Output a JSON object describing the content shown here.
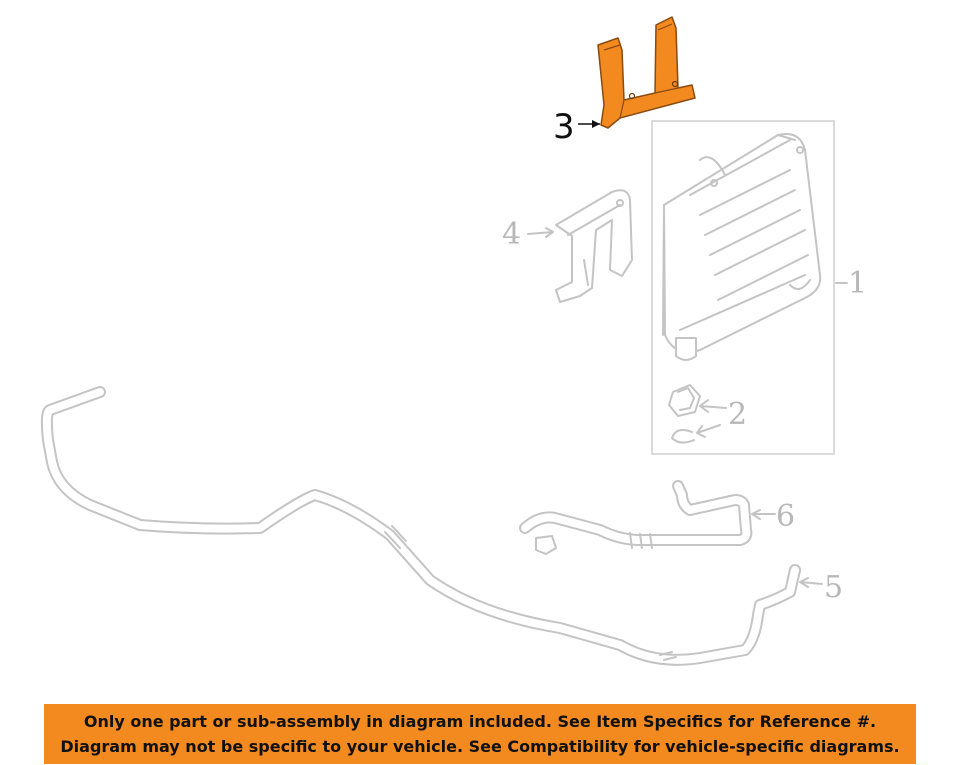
{
  "diagram": {
    "callouts": {
      "c1": "1",
      "c2": "2",
      "c3": "3",
      "c4": "4",
      "c5": "5",
      "c6": "6"
    },
    "highlight_color": "#f28a20",
    "part_color": "#c4c4c4"
  },
  "banner": {
    "line1": "Only one part or sub-assembly in diagram included. See Item Specifics for Reference #.",
    "line2": "Diagram may not be specific to your vehicle. See Compatibility for vehicle-specific diagrams.",
    "color": "#f28a20"
  }
}
